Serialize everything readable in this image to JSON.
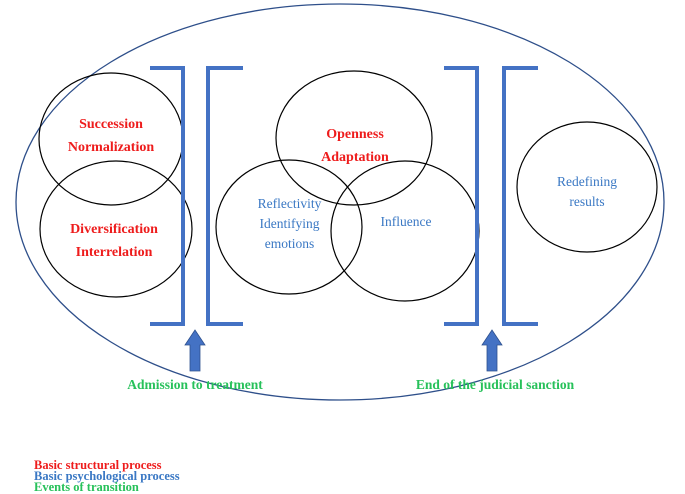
{
  "colors": {
    "structural": "#ee1c1c",
    "psychological": "#3a78c4",
    "transition": "#27c15a",
    "bracket": "#4472c4",
    "arrow": "#4472c4",
    "outline": "#000000",
    "frame": "#2e4f8a"
  },
  "phase1": {
    "circle_top": {
      "line1": "Succession",
      "line2": "Normalization"
    },
    "circle_bottom": {
      "line1": "Diversification",
      "line2": "Interrelation"
    }
  },
  "phase2": {
    "circle_top": {
      "line1": "Openness",
      "line2": "Adaptation"
    },
    "circle_left": {
      "line1": "Reflectivity",
      "line2": "Identifying",
      "line3": "emotions"
    },
    "circle_right": {
      "line1": "Influence"
    }
  },
  "phase3": {
    "circle": {
      "line1": "Redefining",
      "line2": "results"
    }
  },
  "transitions": {
    "first": "Admission to treatment",
    "second": "End of the judicial sanction"
  },
  "legend": {
    "structural": "Basic structural process",
    "psychological": "Basic psychological process",
    "transition": "Events of transition"
  }
}
